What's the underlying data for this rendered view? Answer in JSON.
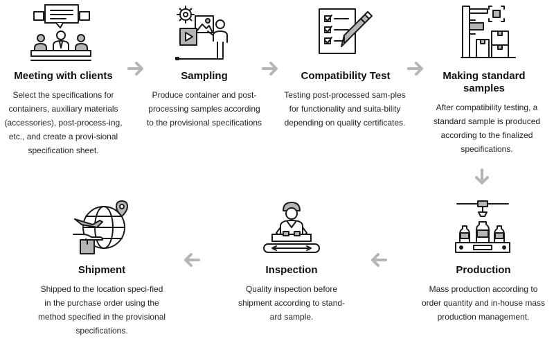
{
  "colors": {
    "arrow": "#b5b5b5",
    "stroke": "#1a1a1a"
  },
  "steps": [
    {
      "title": "Meeting with clients",
      "icon": "meeting-icon",
      "desc": "Select the specifications for containers, auxiliary materials (accessories), post-process-ing, etc., and create a provi-sional specification sheet."
    },
    {
      "title": "Sampling",
      "icon": "sampling-presentation-icon",
      "desc": "Produce container and post-processing samples according to the provisional specifications"
    },
    {
      "title": "Compatibility Test",
      "icon": "checklist-pencil-icon",
      "desc": "Testing post-processed sam-ples for functionality and suita-bility depending on quality certificates."
    },
    {
      "title": "Making standard samples",
      "icon": "standard-samples-icon",
      "desc": "After compatibility testing, a standard sample is produced according to the finalized specifications."
    },
    {
      "title": "Production",
      "icon": "production-line-icon",
      "desc": "Mass production according to order quantity and in-house mass production management."
    },
    {
      "title": "Inspection",
      "icon": "inspection-worker-icon",
      "desc": "Quality inspection before shipment according to stand-ard sample."
    },
    {
      "title": "Shipment",
      "icon": "global-shipping-icon",
      "desc": "Shipped to the location speci-fied in the purchase order using the method specified in the provisional specifications."
    }
  ]
}
